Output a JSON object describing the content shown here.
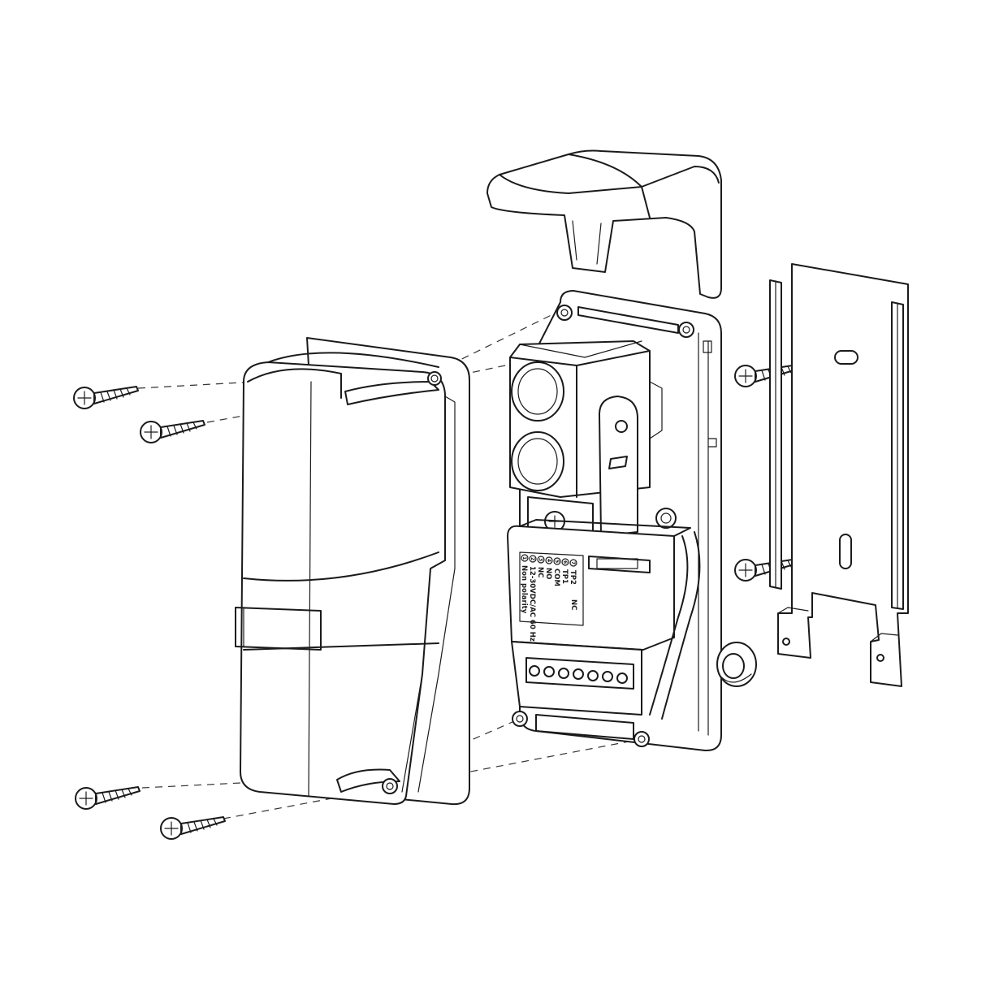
{
  "terminal_labels": [
    {
      "num": "1",
      "text": "Non polarity"
    },
    {
      "num": "2",
      "text": "12-30VDC/AC 60 Hz"
    },
    {
      "num": "3",
      "text": "NC"
    },
    {
      "num": "4",
      "text": "NO"
    },
    {
      "num": "5",
      "text": "COM"
    },
    {
      "num": "6",
      "text": "TP1"
    },
    {
      "num": "7",
      "text": "TP2"
    }
  ],
  "side_label": "NC"
}
